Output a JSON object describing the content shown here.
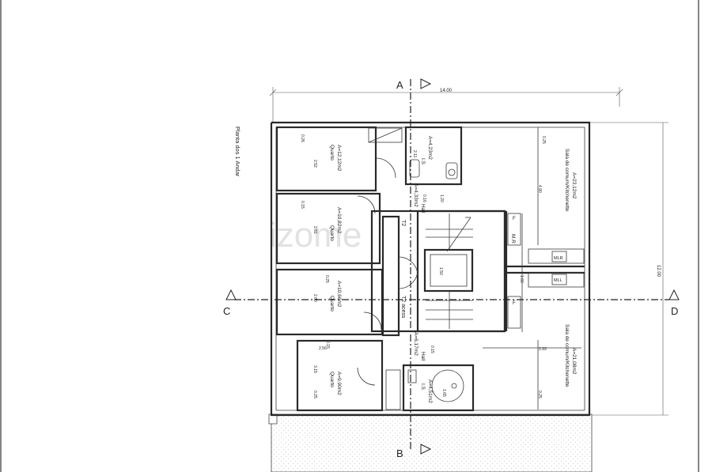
{
  "sheet_title": "Planta dos 1 Andar",
  "watermark": "izome",
  "sections": {
    "A": "A",
    "B": "B",
    "C": "C",
    "D": "D"
  },
  "dimensions": {
    "width": "14.00",
    "height": "12.00",
    "d026_a": "0.26",
    "d252": "2.52",
    "d015_a": "0.15",
    "d281": "2.81",
    "d025_a": "0.25",
    "d280": "2.80",
    "d015_b": "0.15",
    "d256": "2.56",
    "d315": "3.15",
    "d025_b": "0.25",
    "d025_right_top": "0.25",
    "d490": "4.90",
    "d025_right_bot": "0.25",
    "d293": "2.93",
    "d211": "2.11",
    "d120": "1.20",
    "d016": "0.16",
    "d150": "1.50",
    "d165": "1.65",
    "d015_c": "0.15",
    "d160": "1.60"
  },
  "rooms": {
    "quarto1_name": "Quarto",
    "quarto1_area": "A=12,12m2",
    "quarto2_name": "Quarto",
    "quarto2_area": "A=10,82m2",
    "quarto3_name": "Quarto",
    "quarto3_area": "A=10,66m2",
    "quarto4_name": "Quarto",
    "quarto4_area": "A=9,90m2",
    "is1_name": "I.S",
    "is1_area": "A=4,23m2",
    "hall1_name": "Hall",
    "hall1_area": "A=4,33m2",
    "hall2_name": "Hall",
    "hall2_area": "A=6,17m2",
    "is2_name": "I.S",
    "is2_area": "A=4,51m2",
    "sala1_name": "Sala de comum/Kitchenette",
    "sala1_area": "A=23,12m2",
    "sala2_name": "Sala de comum/Kitchenette",
    "sala2_area": "A=21,08m2",
    "t2_top": "T2",
    "t2_bottom": "T2 acess",
    "mr": "M.R",
    "mlr": "MLR",
    "mll": "MLL",
    "f_top": "F",
    "f_bot": "F"
  }
}
